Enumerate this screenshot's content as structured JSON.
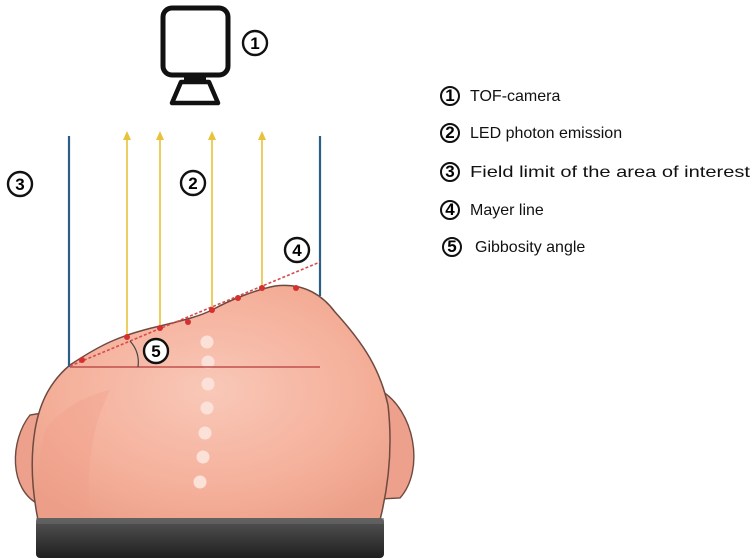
{
  "markers": {
    "camera": "1",
    "photons": "2",
    "field_limit": "3",
    "mayer_line": "4",
    "gibbosity_angle": "5"
  },
  "legend": [
    {
      "number": "1",
      "label": "TOF-camera"
    },
    {
      "number": "2",
      "label": "LED photon emission"
    },
    {
      "number": "3",
      "label": "Field limit of the area of interest"
    },
    {
      "number": "4",
      "label": "Mayer line"
    },
    {
      "number": "5",
      "label": "Gibbosity angle"
    }
  ],
  "colors": {
    "skin": "#f6b8a6",
    "skin_shadow": "#eda08c",
    "skin_outline": "#6e4a40",
    "photon_ray": "#e8c23a",
    "field_limit": "#2b5f86",
    "mayer_line": "#d84b4b",
    "marker_dot": "#d62f2f",
    "spine_dot": "#fbe1d8",
    "waistband": "#3a3a3a",
    "camera": "#111111"
  }
}
